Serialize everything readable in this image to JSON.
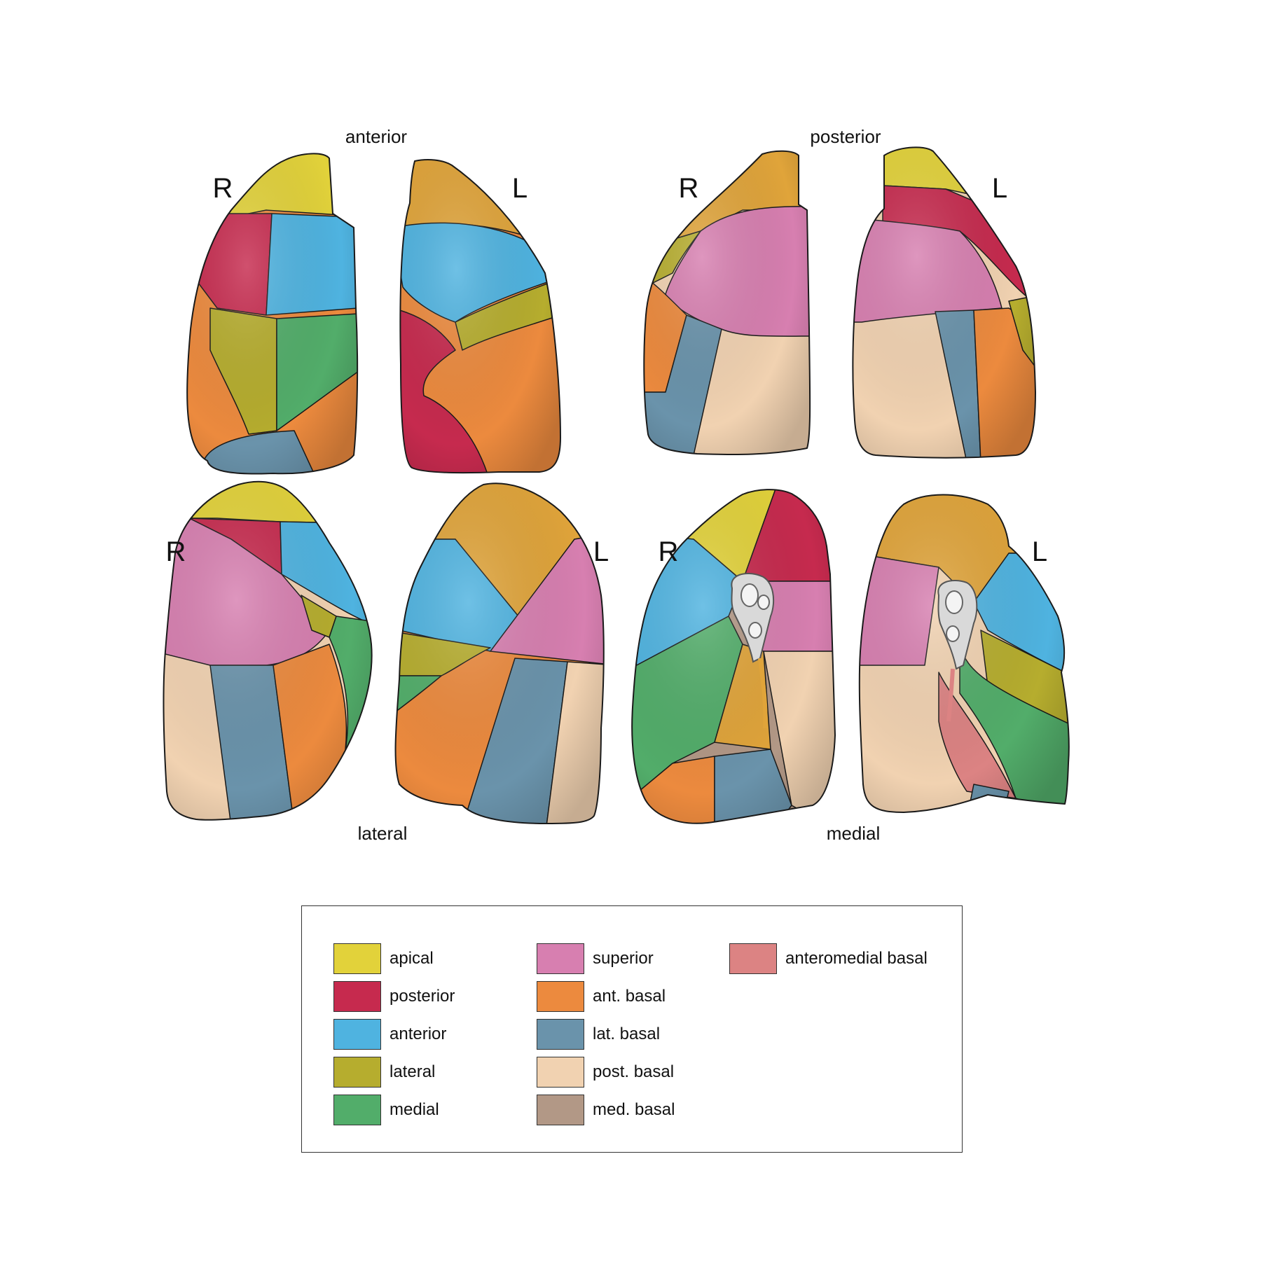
{
  "views": {
    "anterior": "anterior",
    "posterior": "posterior",
    "lateral": "lateral",
    "medial": "medial"
  },
  "sides": {
    "right": "R",
    "left": "L"
  },
  "colors": {
    "apical": "#e2d23a",
    "posterior": "#c62a4e",
    "anterior": "#4fb3e0",
    "lateral": "#b6ad2e",
    "medial": "#52ad6a",
    "superior": "#d77fb0",
    "ant_basal": "#ec8a3e",
    "lat_basal": "#6a93ab",
    "post_basal": "#f1d2b1",
    "med_basal": "#b29886",
    "anteromedial_basal": "#dc8383",
    "upper_tip": "#e0a43a",
    "hilum": "#d9d9d9"
  },
  "legend": {
    "items": [
      {
        "key": "apical",
        "label": "apical",
        "color": "#e2d23a"
      },
      {
        "key": "posterior",
        "label": "posterior",
        "color": "#c62a4e"
      },
      {
        "key": "anterior",
        "label": "anterior",
        "color": "#4fb3e0"
      },
      {
        "key": "lateral",
        "label": "lateral",
        "color": "#b6ad2e"
      },
      {
        "key": "medial",
        "label": "medial",
        "color": "#52ad6a"
      },
      {
        "key": "superior",
        "label": "superior",
        "color": "#d77fb0"
      },
      {
        "key": "ant_basal",
        "label": "ant. basal",
        "color": "#ec8a3e"
      },
      {
        "key": "lat_basal",
        "label": "lat. basal",
        "color": "#6a93ab"
      },
      {
        "key": "post_basal",
        "label": "post. basal",
        "color": "#f1d2b1"
      },
      {
        "key": "med_basal",
        "label": "med. basal",
        "color": "#b29886"
      },
      {
        "key": "anteromedial_basal",
        "label": "anteromedial basal",
        "color": "#dc8383"
      }
    ]
  }
}
